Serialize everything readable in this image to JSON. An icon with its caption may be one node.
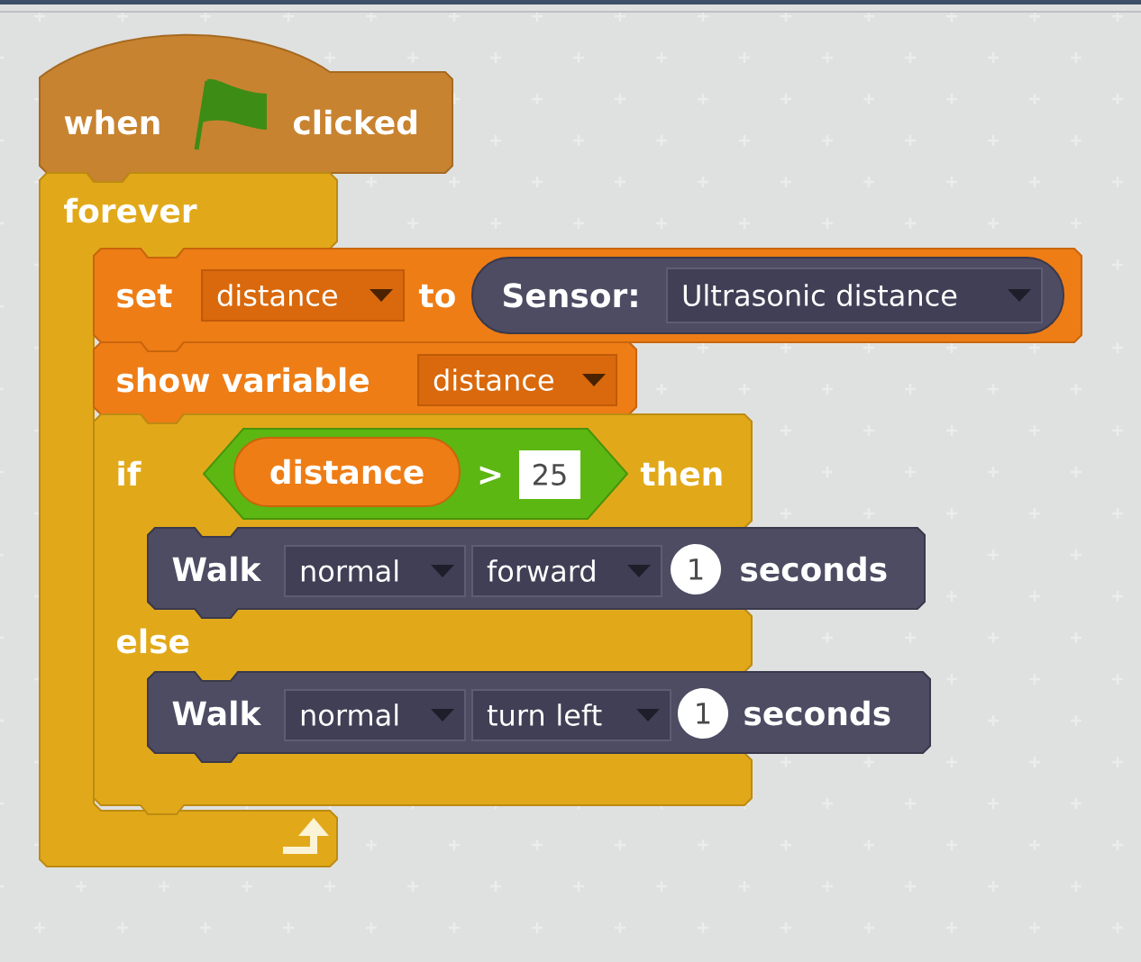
{
  "diagram": {
    "nodes": [
      {
        "text": [
          "when",
          "clicked"
        ]
      },
      {
        "text": [
          "forever"
        ]
      },
      {
        "text": [
          "set",
          "to"
        ]
      },
      {
        "text": [
          "distance"
        ],
        "in": 2
      },
      {
        "text": [
          "Sensor:"
        ],
        "in": 2
      },
      {
        "text": [
          "Ultrasonic distance"
        ],
        "in": 4
      },
      {
        "text": [
          "show variable"
        ]
      },
      {
        "text": [
          "distance"
        ],
        "in": 6
      },
      {
        "text": [
          "if",
          "then",
          "else"
        ]
      },
      {
        "text": [
          ">"
        ],
        "in": 8
      },
      {
        "text": [
          "distance"
        ],
        "in": 9
      },
      {
        "text": [
          "25"
        ],
        "in": 9
      },
      {
        "text": [
          "Walk",
          "seconds"
        ]
      },
      {
        "text": [
          "normal"
        ],
        "in": 12
      },
      {
        "text": [
          "forward"
        ],
        "in": 12
      },
      {
        "text": [
          "1"
        ],
        "in": 12
      },
      {
        "text": [
          "Walk",
          "seconds"
        ]
      },
      {
        "text": [
          "normal"
        ],
        "in": 16
      },
      {
        "text": [
          "turn left"
        ],
        "in": 16
      },
      {
        "text": [
          "1"
        ],
        "in": 16
      }
    ]
  }
}
